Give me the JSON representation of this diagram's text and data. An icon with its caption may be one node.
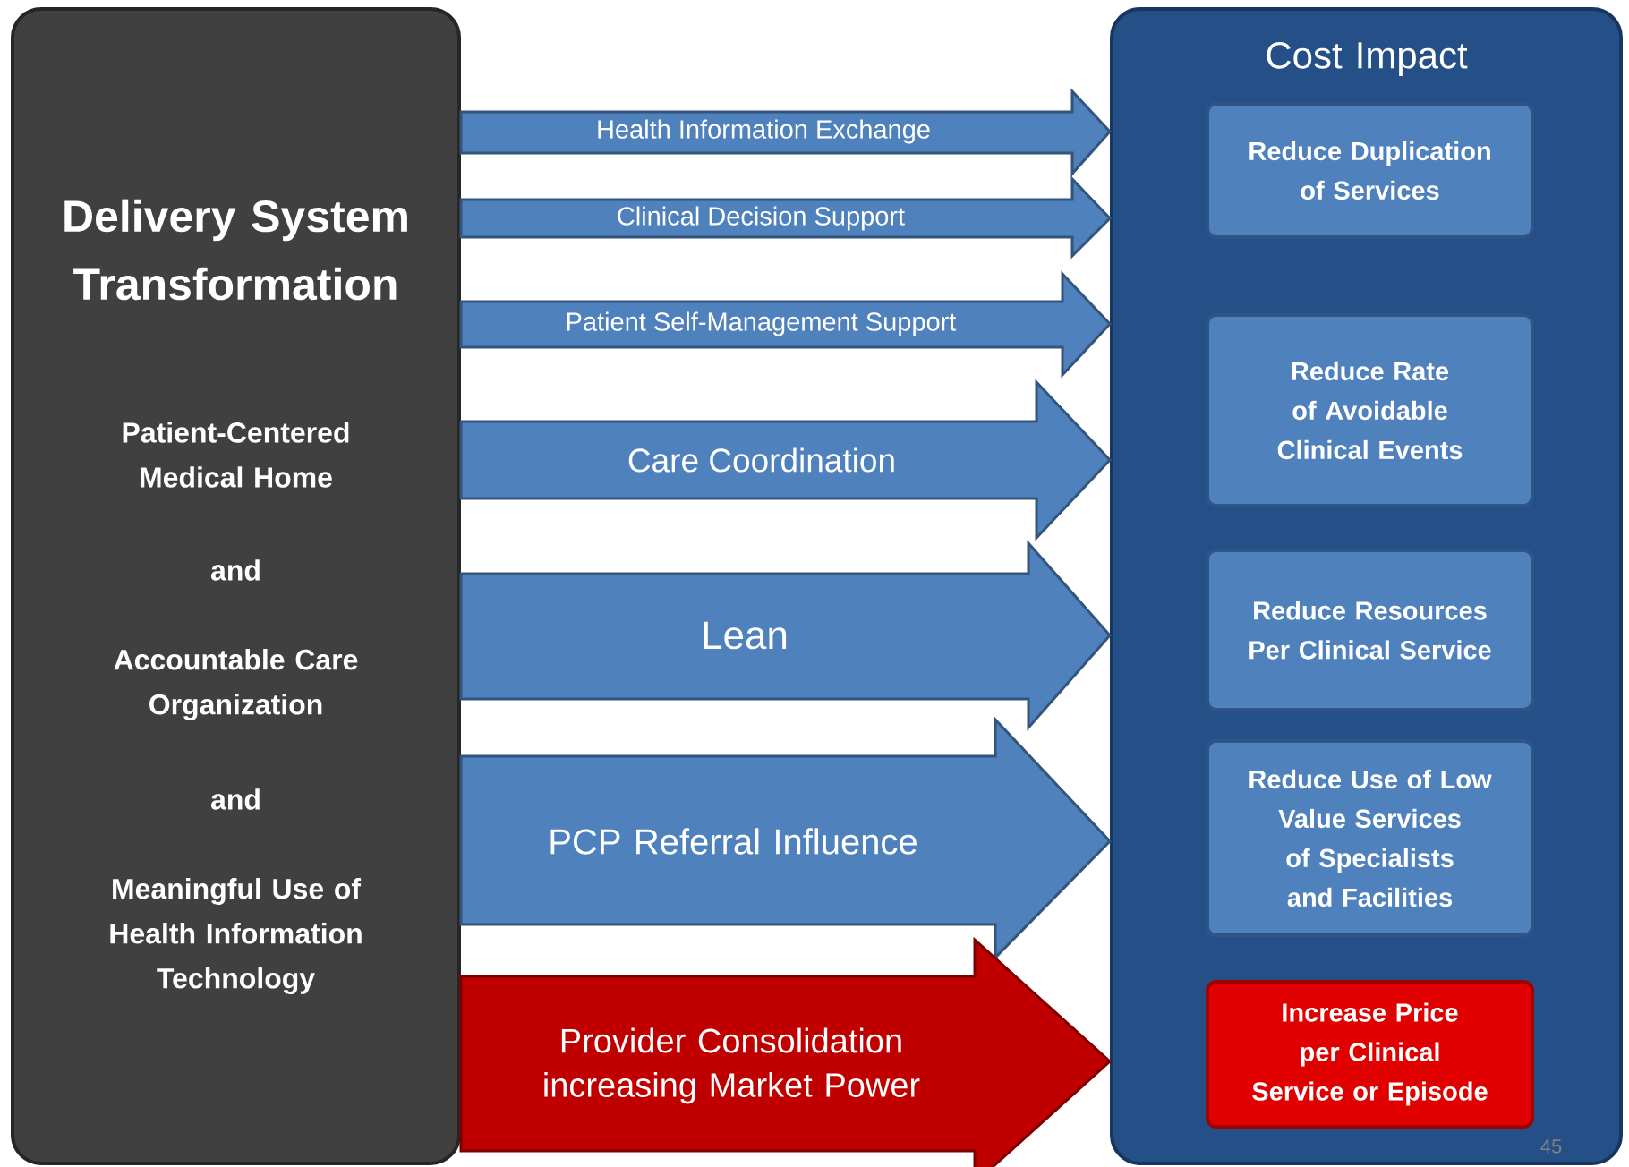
{
  "diagram": {
    "nodes": [
      {
        "text": [
          "Delivery System Transformation",
          "Patient-Centered Medical Home",
          "and",
          "Accountable Care Organization",
          "and",
          "Meaningful Use of Health Information Technology"
        ]
      },
      {
        "text": [
          "Cost Impact"
        ]
      },
      {
        "text": [
          "Reduce Duplication of Services"
        ],
        "in": 1
      },
      {
        "text": [
          "Reduce Rate of Avoidable Clinical Events"
        ],
        "in": 1
      },
      {
        "text": [
          "Reduce Resources Per Clinical Service"
        ],
        "in": 1
      },
      {
        "text": [
          "Reduce Use of Low Value Services of Specialists and Facilities"
        ],
        "in": 1
      },
      {
        "text": [
          "Increase Price per Clinical Service or Episode"
        ],
        "in": 1
      }
    ],
    "edges": [
      {
        "from": 0,
        "to": 1,
        "arrow": "to",
        "label": "Health Information Exchange"
      },
      {
        "from": 0,
        "to": 1,
        "arrow": "to",
        "label": "Clinical Decision Support"
      },
      {
        "from": 0,
        "to": 1,
        "arrow": "to",
        "label": "Patient Self-Management Support"
      },
      {
        "from": 0,
        "to": 1,
        "arrow": "to",
        "label": "Care Coordination"
      },
      {
        "from": 0,
        "to": 1,
        "arrow": "to",
        "label": "Lean"
      },
      {
        "from": 0,
        "to": 1,
        "arrow": "to",
        "label": "PCP Referral Influence"
      },
      {
        "from": 0,
        "to": 1,
        "arrow": "to",
        "label": "Provider Consolidation increasing Market Power",
        "color": "#c00000"
      }
    ],
    "labels": [
      "45"
    ]
  }
}
